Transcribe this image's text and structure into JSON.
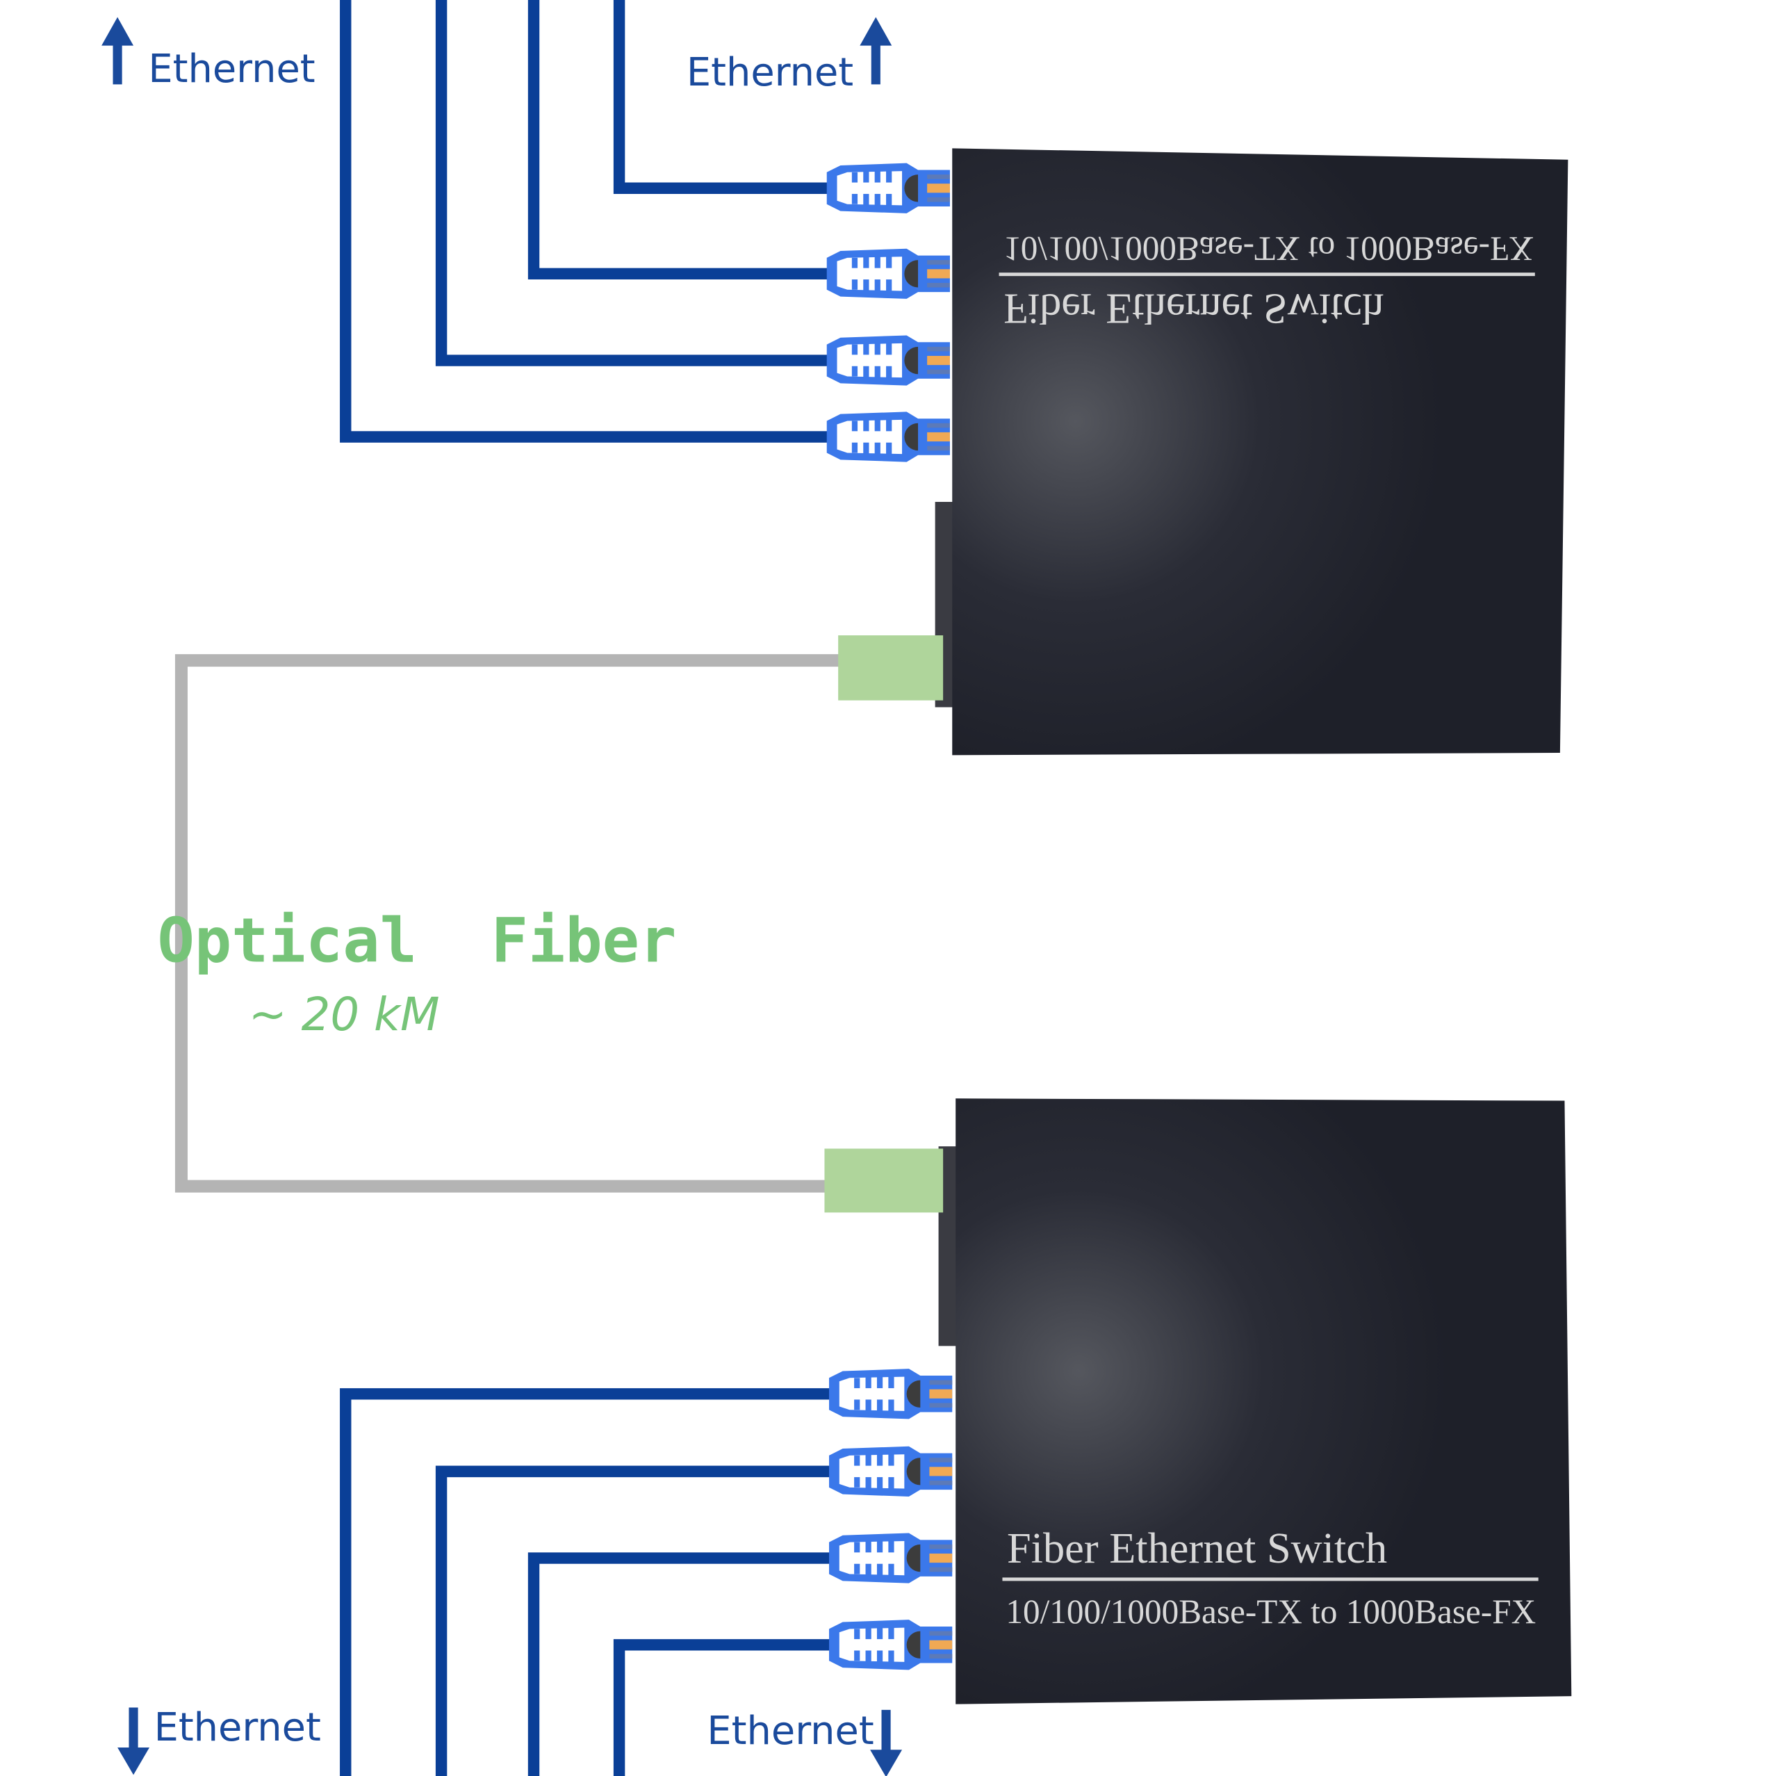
{
  "labels": {
    "ethernet_top_left": "Ethernet",
    "ethernet_top_right": "Ethernet",
    "ethernet_bottom_left": "Ethernet",
    "ethernet_bottom_right": "Ethernet",
    "optical_fiber": "Optical  Fiber",
    "distance": "~ 20 kM"
  },
  "devices": {
    "top": {
      "title": "Fiber Ethernet Switch",
      "spec": "10/100/1000Base-TX to 1000Base-FX"
    },
    "bottom": {
      "title": "Fiber Ethernet Switch",
      "spec": "10/100/1000Base-TX to 1000Base-FX"
    }
  },
  "colors": {
    "ethernet_cable": "#0a3f97",
    "connector_blue": "#3b78ea",
    "connector_pin": "#f0a955",
    "fiber_cable": "#b4b4b4",
    "fiber_connector": "#afd59b",
    "fiber_label": "#76c478",
    "device_body": "#22242e",
    "arrow": "#1a4a9c"
  }
}
